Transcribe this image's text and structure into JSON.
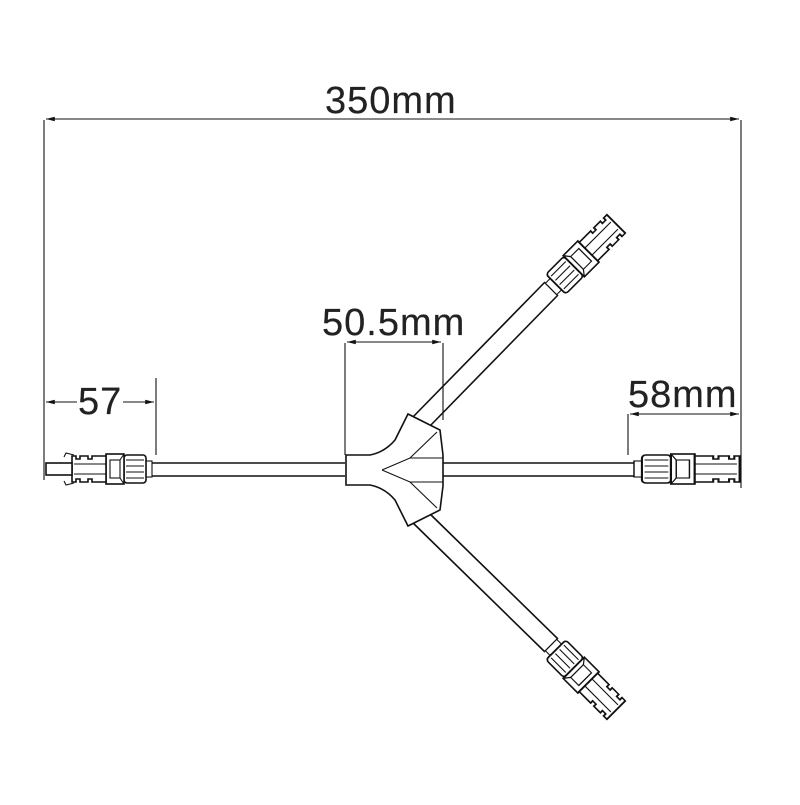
{
  "drawing": {
    "subject": "Solar Y-branch connector cable (1-to-2)",
    "line_color": "#111111",
    "background": "#ffffff"
  },
  "dimensions": {
    "overall_length": {
      "label": "350mm",
      "value": 350,
      "unit": "mm"
    },
    "branch_body_width": {
      "label": "50.5mm",
      "value": 50.5,
      "unit": "mm"
    },
    "left_connector_length": {
      "label": "57",
      "value": 57,
      "unit": "mm"
    },
    "right_connector_length": {
      "label": "58mm",
      "value": 58,
      "unit": "mm"
    }
  },
  "components": [
    {
      "id": "left-connector",
      "type": "male-connector"
    },
    {
      "id": "right-connector",
      "type": "female-connector"
    },
    {
      "id": "upper-branch-connector",
      "type": "connector"
    },
    {
      "id": "lower-branch-connector",
      "type": "connector"
    },
    {
      "id": "y-branch-body",
      "type": "splitter"
    }
  ]
}
